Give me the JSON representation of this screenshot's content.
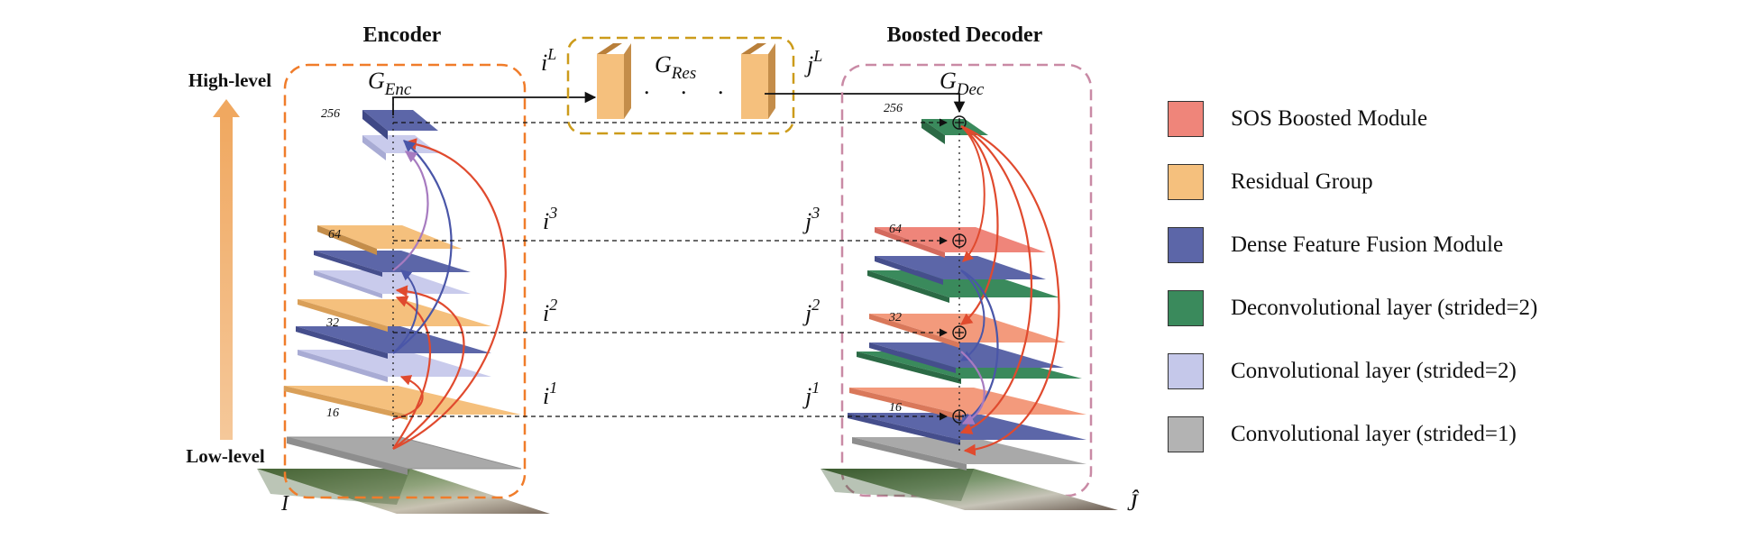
{
  "headings": {
    "encoder": "Encoder",
    "decoder": "Boosted Decoder",
    "high_level": "High-level",
    "low_level": "Low-level"
  },
  "symbols": {
    "g_enc": "G",
    "g_enc_sub": "Enc",
    "g_dec": "G",
    "g_dec_sub": "Dec",
    "g_res": "G",
    "g_res_sub": "Res",
    "i_L": "i",
    "i_L_sup": "L",
    "j_L": "j",
    "j_L_sup": "L",
    "i3": "i",
    "i3_sup": "3",
    "i2": "i",
    "i2_sup": "2",
    "i1": "i",
    "i1_sup": "1",
    "j3": "j",
    "j3_sup": "3",
    "j2": "j",
    "j2_sup": "2",
    "j1": "j",
    "j1_sup": "1",
    "input_image": "I",
    "output_image": "Ĵ",
    "res_dots": ". . ."
  },
  "channels": {
    "enc_256": "256",
    "enc_64": "64",
    "enc_32": "32",
    "enc_16": "16",
    "dec_256": "256",
    "dec_64": "64",
    "dec_32": "32",
    "dec_16": "16"
  },
  "legend": [
    {
      "label": "SOS Boosted Module",
      "color": "#ef857a"
    },
    {
      "label": "Residual Group",
      "color": "#f5c07d"
    },
    {
      "label": "Dense Feature Fusion Module",
      "color": "#5c66a8"
    },
    {
      "label": "Deconvolutional layer (strided=2)",
      "color": "#3a8a5c"
    },
    {
      "label": "Convolutional layer (strided=2)",
      "color": "#c5c8ea"
    },
    {
      "label": "Convolutional layer (strided=1)",
      "color": "#b3b3b3"
    }
  ],
  "colors": {
    "encoder_box": "#f07c2a",
    "residual_box": "#cc9b1a",
    "decoder_box": "#c98aa5",
    "red_arrow": "#e04a2e",
    "blue_arrow": "#4a56a8",
    "purple_arrow": "#a77bc0",
    "up_arrow": "#f2b06e"
  }
}
